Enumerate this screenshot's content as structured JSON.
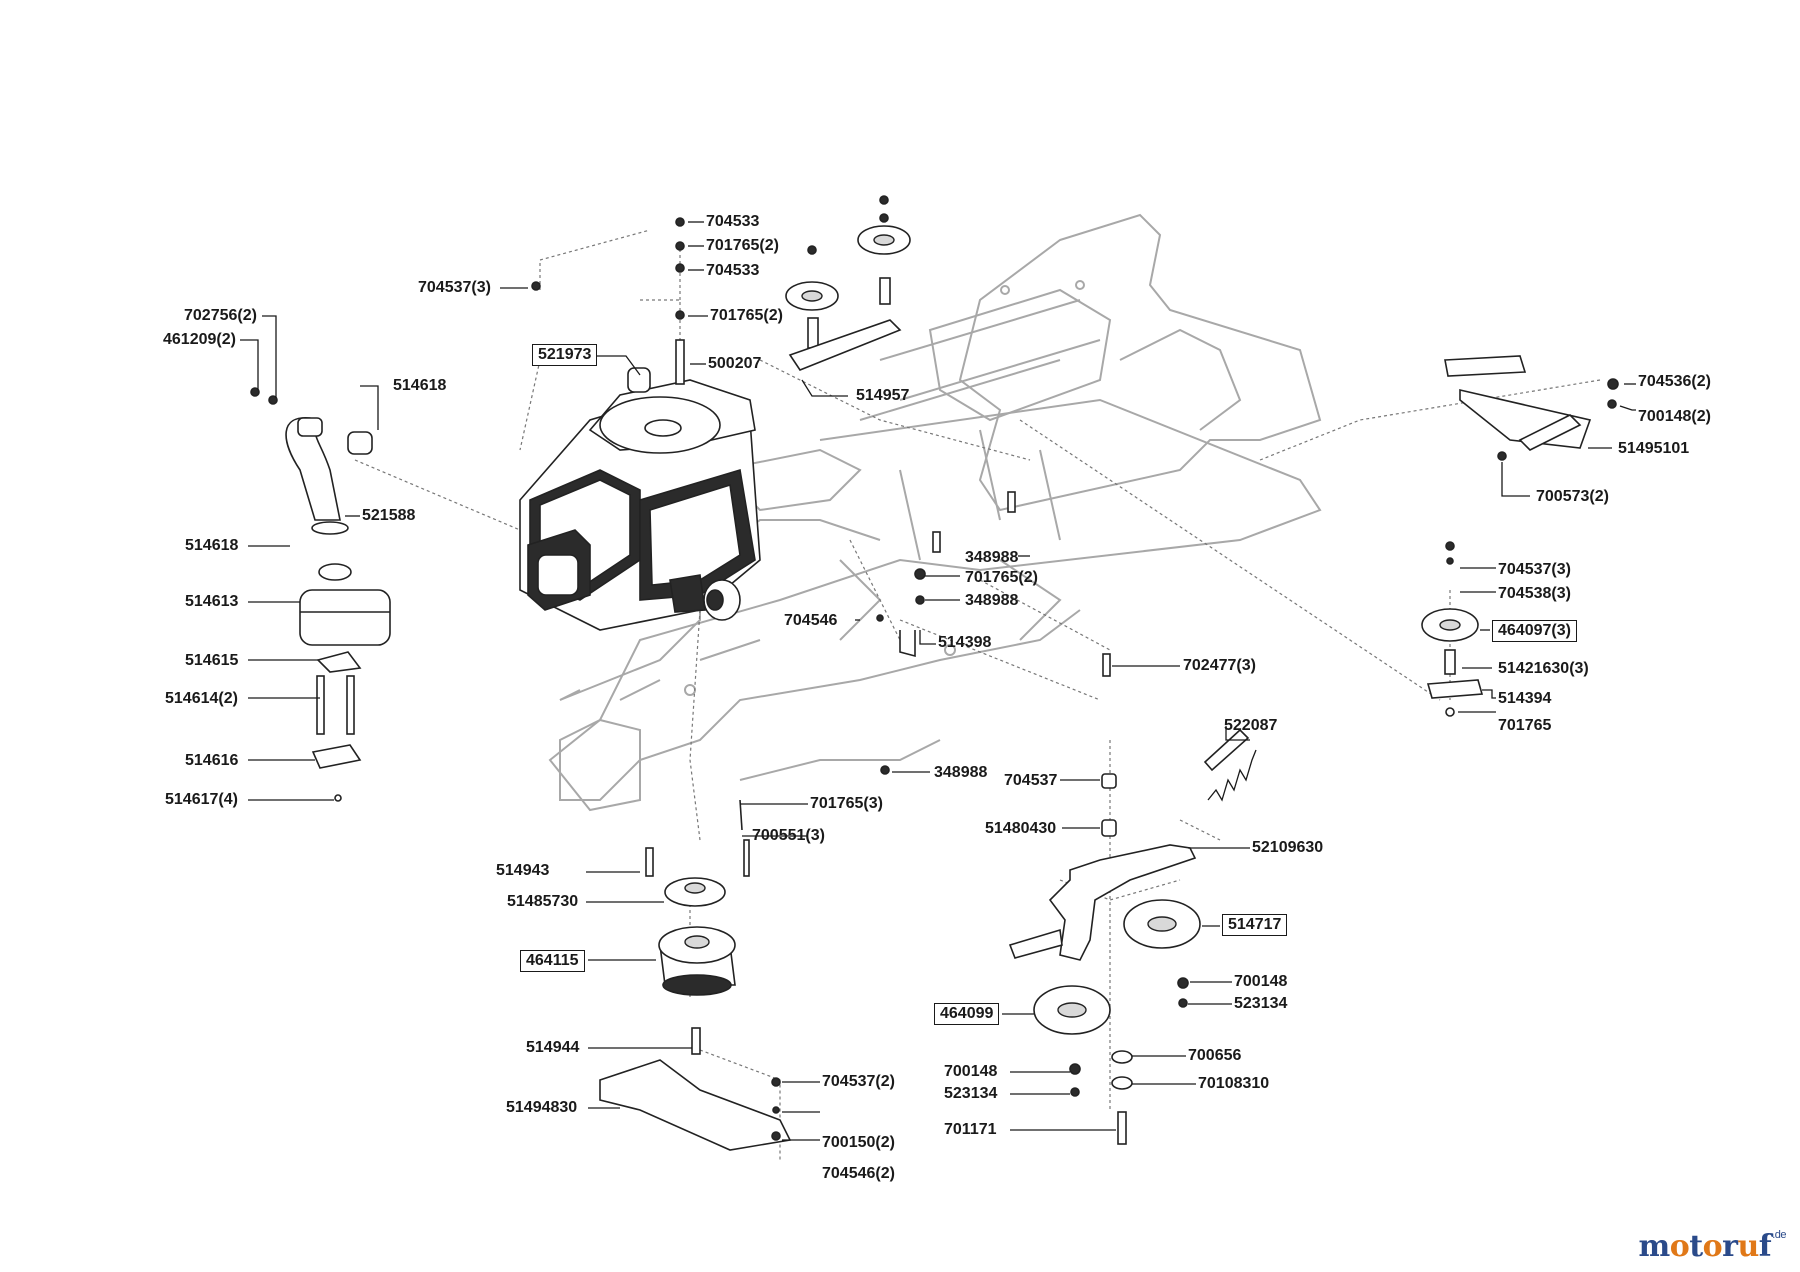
{
  "labels": {
    "l704533a": "704533",
    "l701765_2a": "701765(2)",
    "l704533b": "704533",
    "l704537_3a": "704537(3)",
    "l701765_2b": "701765(2)",
    "l702756_2": "702756(2)",
    "l461209_2": "461209(2)",
    "l521973": "521973",
    "l500207": "500207",
    "l514618a": "514618",
    "l514957": "514957",
    "l704536_2": "704536(2)",
    "l700148_2": "700148(2)",
    "l51495101": "51495101",
    "l700573_2": "700573(2)",
    "l521588": "521588",
    "l514618b": "514618",
    "l348988a": "348988",
    "l701765_2c": "701765(2)",
    "l348988b": "348988",
    "l704537_3b": "704537(3)",
    "l704538_3": "704538(3)",
    "l514613": "514613",
    "l464097_3": "464097(3)",
    "l704546": "704546",
    "l514398": "514398",
    "l514615": "514615",
    "l702477_3": "702477(3)",
    "l51421630_3": "51421630(3)",
    "l514614_2": "514614(2)",
    "l514394": "514394",
    "l701765": "701765",
    "l522087": "522087",
    "l514616": "514616",
    "l348988c": "348988",
    "l704537": "704537",
    "l514617_4": "514617(4)",
    "l701765_3": "701765(3)",
    "l700551_3": "700551(3)",
    "l51480430": "51480430",
    "l52109630": "52109630",
    "l514943": "514943",
    "l51485730": "51485730",
    "l514717": "514717",
    "l464115": "464115",
    "l700148a": "700148",
    "l464099": "464099",
    "l523134a": "523134",
    "l514944": "514944",
    "l700656": "700656",
    "l700148b": "700148",
    "l704537_2": "704537(2)",
    "l70108310": "70108310",
    "l523134b": "523134",
    "l51494830": "51494830",
    "l701171": "701171",
    "l700150_2": "700150(2)",
    "l704546_2": "704546(2)"
  },
  "watermark": {
    "text": "motoruf",
    "suffix": ".de",
    "colors": [
      "#2a4a8a",
      "#e07818",
      "#2a4a8a",
      "#e07818",
      "#2a4a8a",
      "#e07818",
      "#2a4a8a"
    ]
  }
}
